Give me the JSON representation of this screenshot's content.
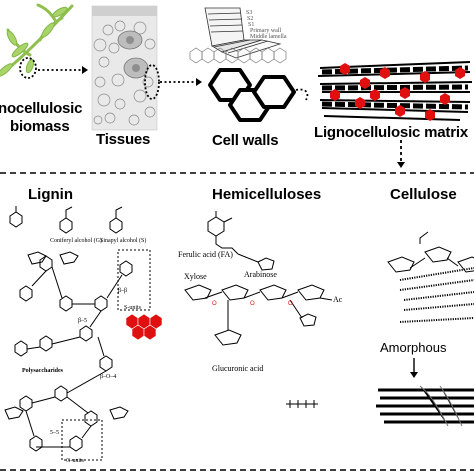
{
  "top": {
    "captions": {
      "biomass_line1": "nocellulosic",
      "biomass_line2": "biomass",
      "tissues": "Tissues",
      "cell_walls": "Cell walls",
      "matrix": "Lignocellulosic matrix"
    }
  },
  "panels": {
    "lignin": {
      "title": "Lignin",
      "monomers": [
        "Coniferyl alcohol (G)",
        "Sinapyl alcohol (S)"
      ],
      "labels": {
        "s_units": "S-units",
        "g_units": "G-units",
        "polysaccharides": "Polysaccharides",
        "bond_b5": "β–5",
        "bond_b5b": "5–5",
        "bond_bo4": "β–O–4",
        "bond_bb": "β–β"
      }
    },
    "hemicelluloses": {
      "title": "Hemicelluloses",
      "labels": {
        "ferulic": "Ferulic acid (FA)",
        "arabinose": "Arabinose",
        "xylose": "Xylose",
        "glucuronic": "Glucuronic acid",
        "ac": "Ac"
      }
    },
    "cellulose": {
      "title": "Cellulose",
      "labels": {
        "amorphous": "Amorphous"
      }
    }
  },
  "colors": {
    "accent_red": "#e01010",
    "plant_green": "#9acb5a"
  }
}
